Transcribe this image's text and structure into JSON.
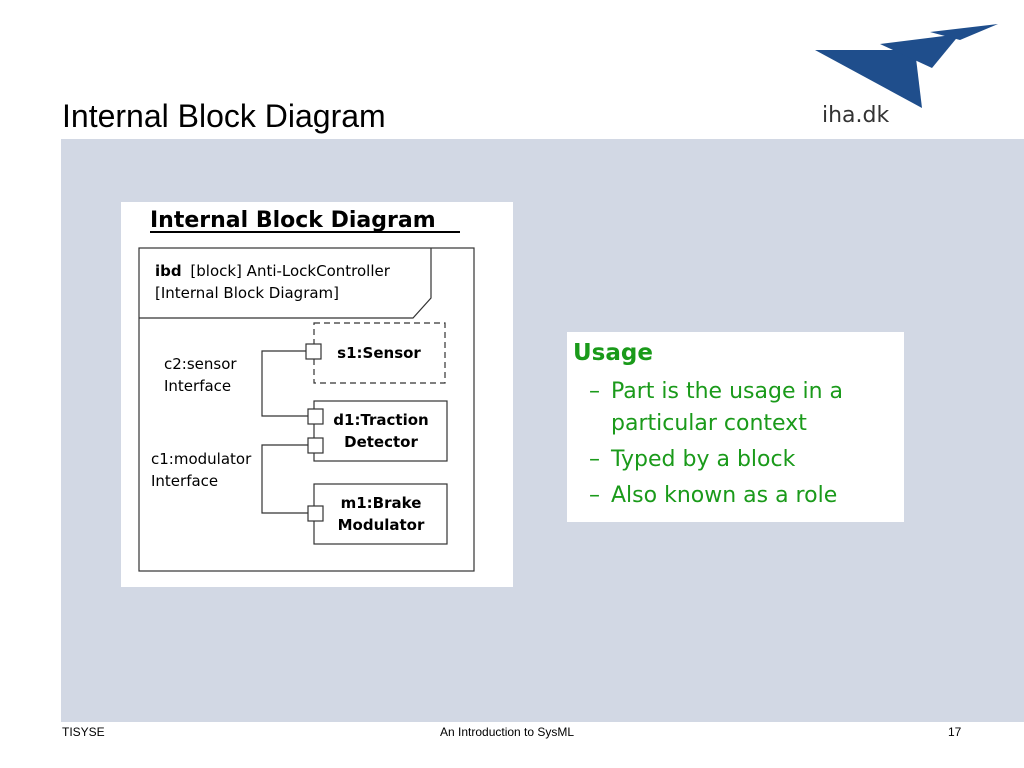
{
  "slide": {
    "title": "Internal Block Diagram",
    "logo_text": "iha.dk"
  },
  "figure": {
    "heading": "Internal Block Diagram",
    "frame_label_bold": "ibd",
    "frame_label_line1": "[block] Anti-LockController",
    "frame_label_line2": "[Internal Block Diagram]",
    "parts": [
      {
        "lines": [
          "s1:Sensor"
        ],
        "style": "dashed"
      },
      {
        "lines": [
          "d1:Traction",
          "Detector"
        ],
        "style": "solid"
      },
      {
        "lines": [
          "m1:Brake",
          "Modulator"
        ],
        "style": "solid"
      }
    ],
    "connectors": [
      {
        "lines": [
          "c2:sensor",
          "Interface"
        ]
      },
      {
        "lines": [
          "c1:modulator",
          "Interface"
        ]
      }
    ]
  },
  "usage": {
    "title": "Usage",
    "items": [
      {
        "lines": [
          "Part is the usage in a",
          "particular context"
        ]
      },
      {
        "lines": [
          "Typed by a block"
        ]
      },
      {
        "lines": [
          "Also known as a role"
        ]
      }
    ],
    "color": "#1a9a1a"
  },
  "footer": {
    "left": "TISYSE",
    "center": "An Introduction to SysML",
    "page": "17"
  },
  "colors": {
    "content_bg": "#d2d8e4",
    "logo_blue": "#1f4e8c"
  }
}
